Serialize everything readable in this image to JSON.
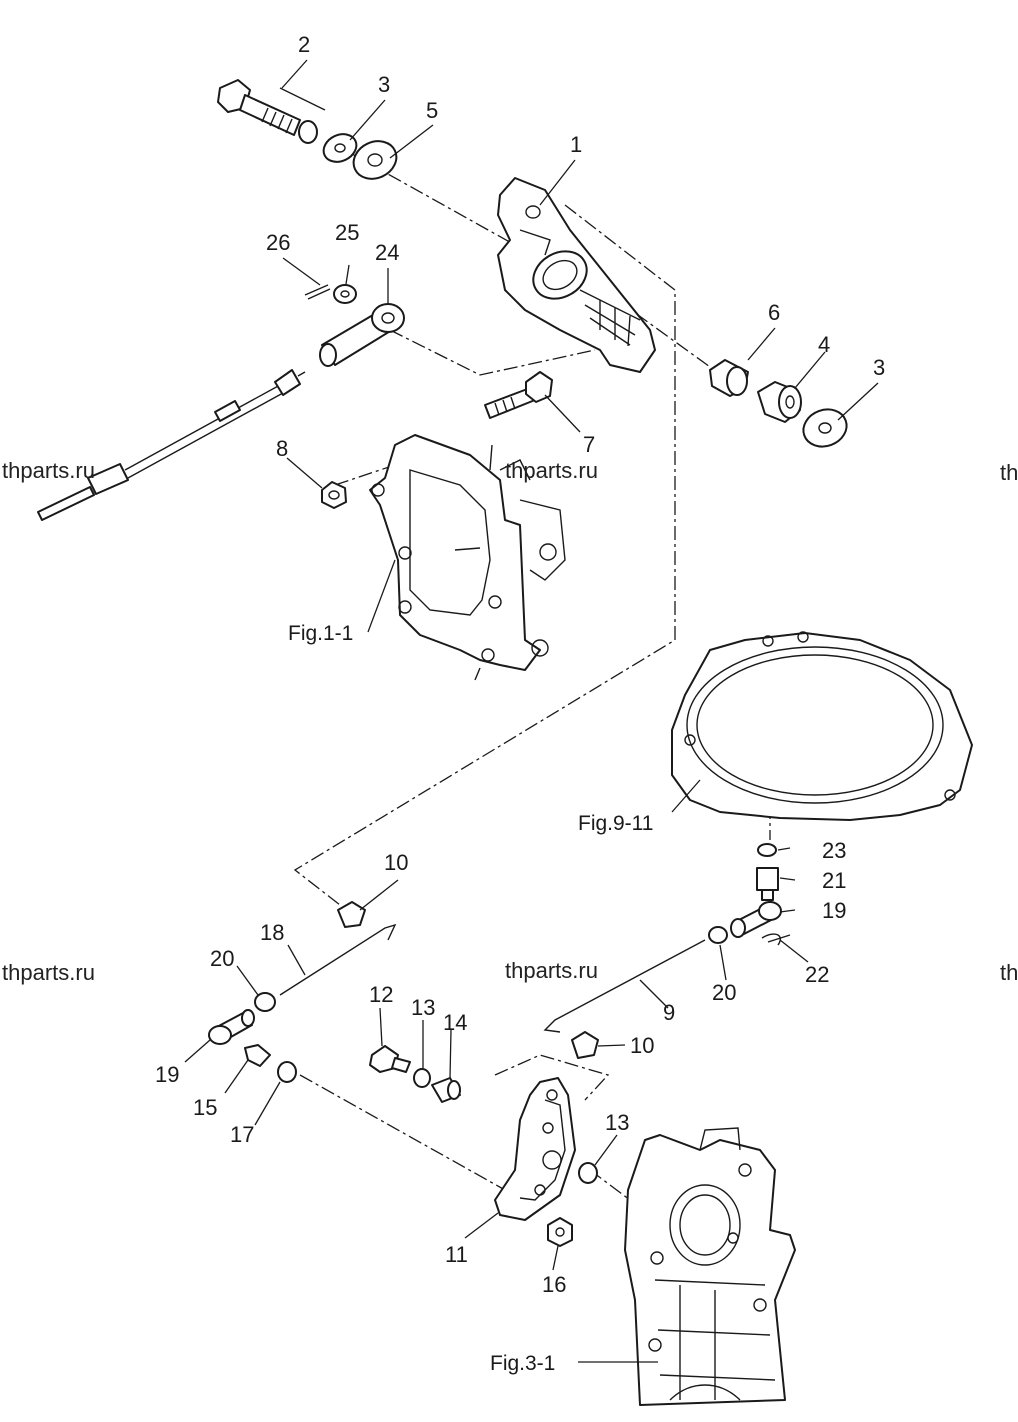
{
  "watermarks": [
    "thparts.ru",
    "thparts.ru",
    "thparts.ru",
    "thparts.ru",
    "th",
    "th"
  ],
  "callouts": {
    "c1": "1",
    "c2": "2",
    "c3a": "3",
    "c3b": "3",
    "c4": "4",
    "c5": "5",
    "c6": "6",
    "c7": "7",
    "c8": "8",
    "c9": "9",
    "c10a": "10",
    "c10b": "10",
    "c11": "11",
    "c12": "12",
    "c13a": "13",
    "c13b": "13",
    "c14": "14",
    "c15": "15",
    "c16": "16",
    "c17": "17",
    "c18": "18",
    "c19a": "19",
    "c19b": "19",
    "c20a": "20",
    "c20b": "20",
    "c21": "21",
    "c22": "22",
    "c23": "23",
    "c24": "24",
    "c25": "25",
    "c26": "26"
  },
  "figure_refs": {
    "fig_1_1": "Fig.1-1",
    "fig_9_11": "Fig.9-11",
    "fig_3_1": "Fig.3-1"
  }
}
